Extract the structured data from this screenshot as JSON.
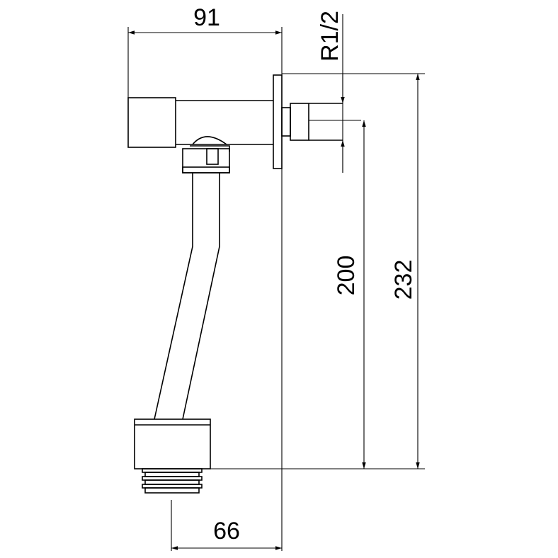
{
  "drawing": {
    "dimensions": {
      "width_top": "91",
      "thread": "R1/2",
      "height_inner": "200",
      "height_total": "232",
      "width_bottom": "66"
    }
  }
}
